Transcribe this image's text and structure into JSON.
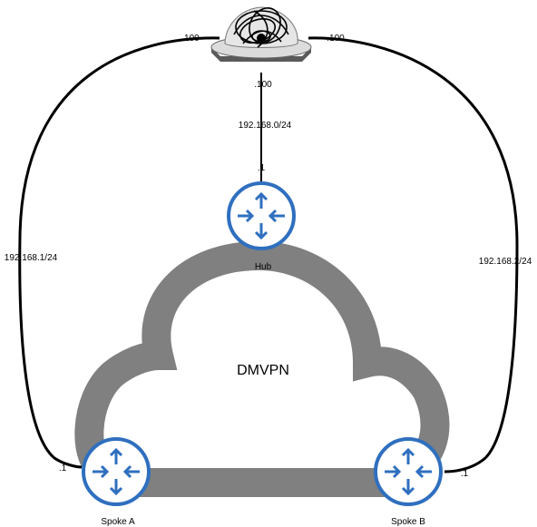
{
  "diagram": {
    "cloud_label": "DMVPN",
    "hub": {
      "name": "Hub",
      "uplink_ip": ".1"
    },
    "spoke_a": {
      "name": "Spoke A",
      "uplink_ip": ".1"
    },
    "spoke_b": {
      "name": "Spoke B",
      "uplink_ip": ".1"
    },
    "internet": {
      "ip_left": ".100",
      "ip_right": ".100",
      "ip_down": ".100"
    },
    "subnets": {
      "hub": "192.168.0/24",
      "spoke_a": "192.168.1/24",
      "spoke_b": "192.168.2/24"
    },
    "colors": {
      "router": "#2f6fbf",
      "cloud": "#808080",
      "link": "#000000"
    },
    "icons": {
      "router": "router-icon",
      "internet": "internet-cloud-icon"
    }
  }
}
